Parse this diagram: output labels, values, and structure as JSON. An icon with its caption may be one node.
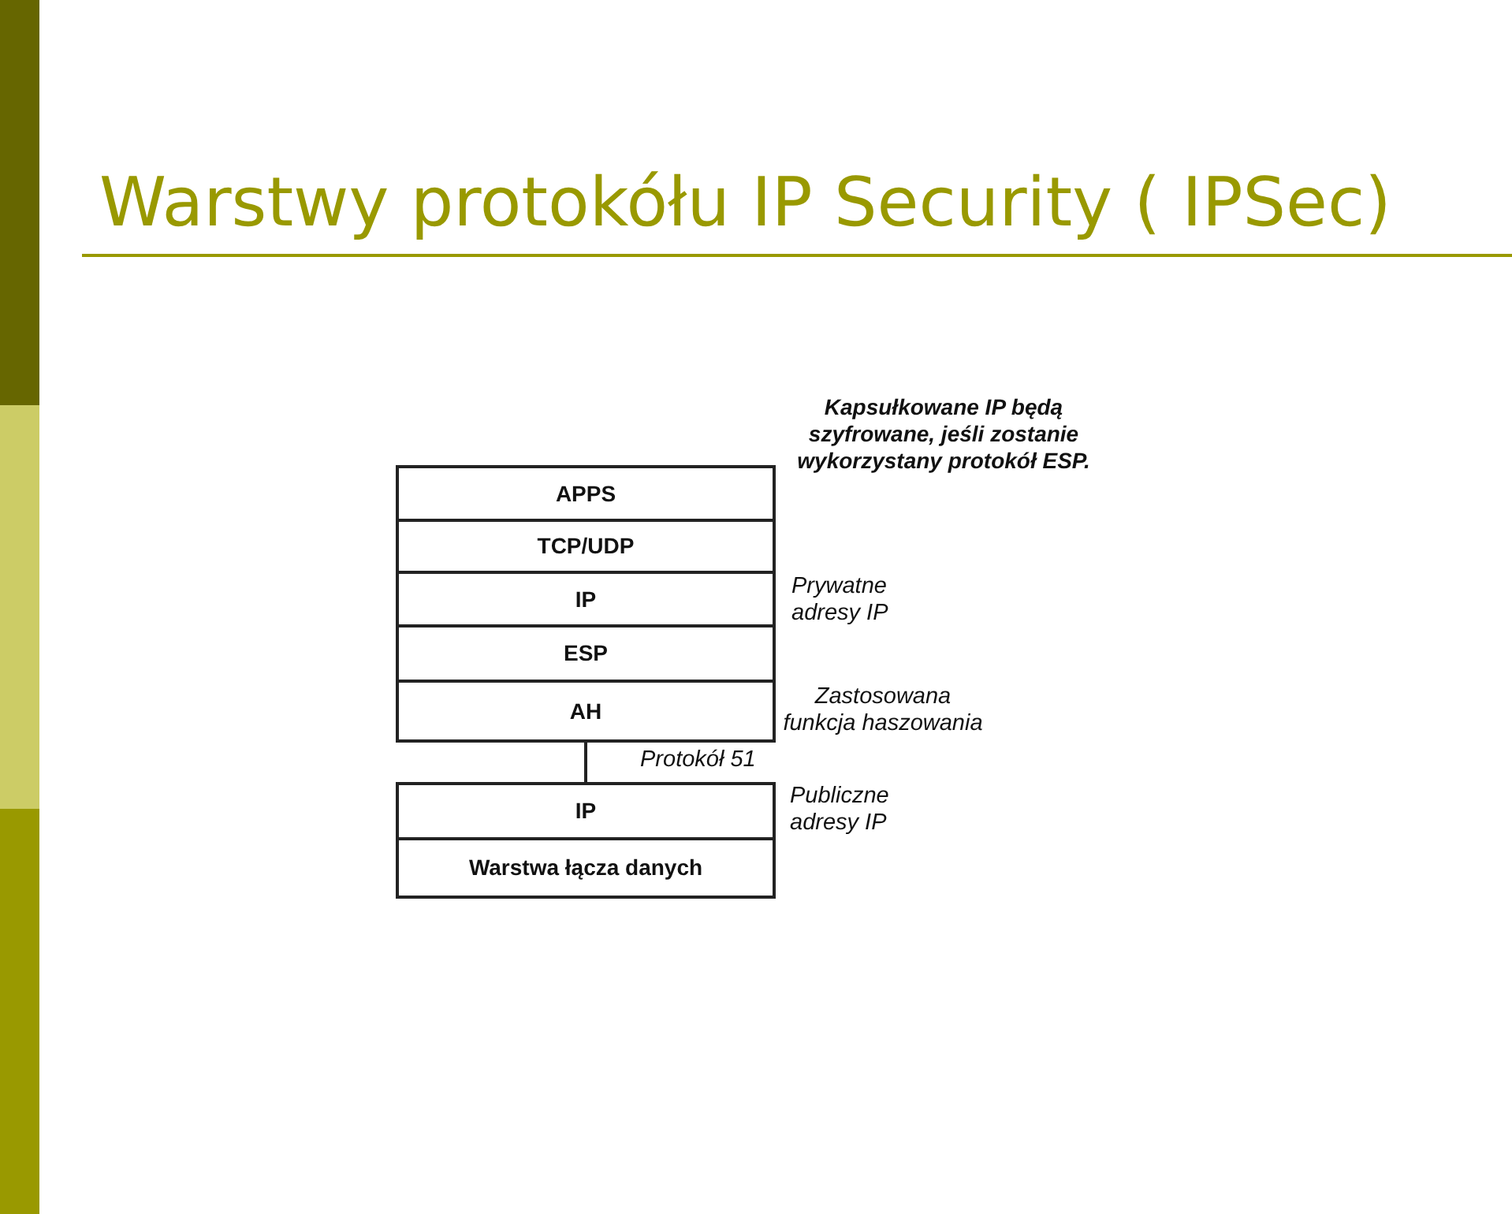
{
  "diagram": {
    "title": "Warstwy protokółu IP Security ( IPSec)",
    "nodes": [
      {
        "text": [
          "APPS"
        ]
      },
      {
        "text": [
          "TCP/UDP"
        ]
      },
      {
        "text": [
          "IP"
        ],
        "beside": [
          "Prywatne adresy IP"
        ]
      },
      {
        "text": [
          "ESP"
        ]
      },
      {
        "text": [
          "AH"
        ],
        "beside": [
          "Zastosowana funkcja haszowania"
        ]
      },
      {
        "text": [
          "IP"
        ],
        "beside": [
          "Publiczne adresy IP"
        ]
      },
      {
        "text": [
          "Warstwa łącza danych"
        ]
      }
    ],
    "edges": [
      {
        "from": 4,
        "to": 5,
        "arrow": "none",
        "label": "Protokół 51"
      }
    ],
    "labels": [
      "Kapsułkowane IP będą szyfrowane, jeśli zostanie wykorzystany protokół ESP."
    ]
  }
}
